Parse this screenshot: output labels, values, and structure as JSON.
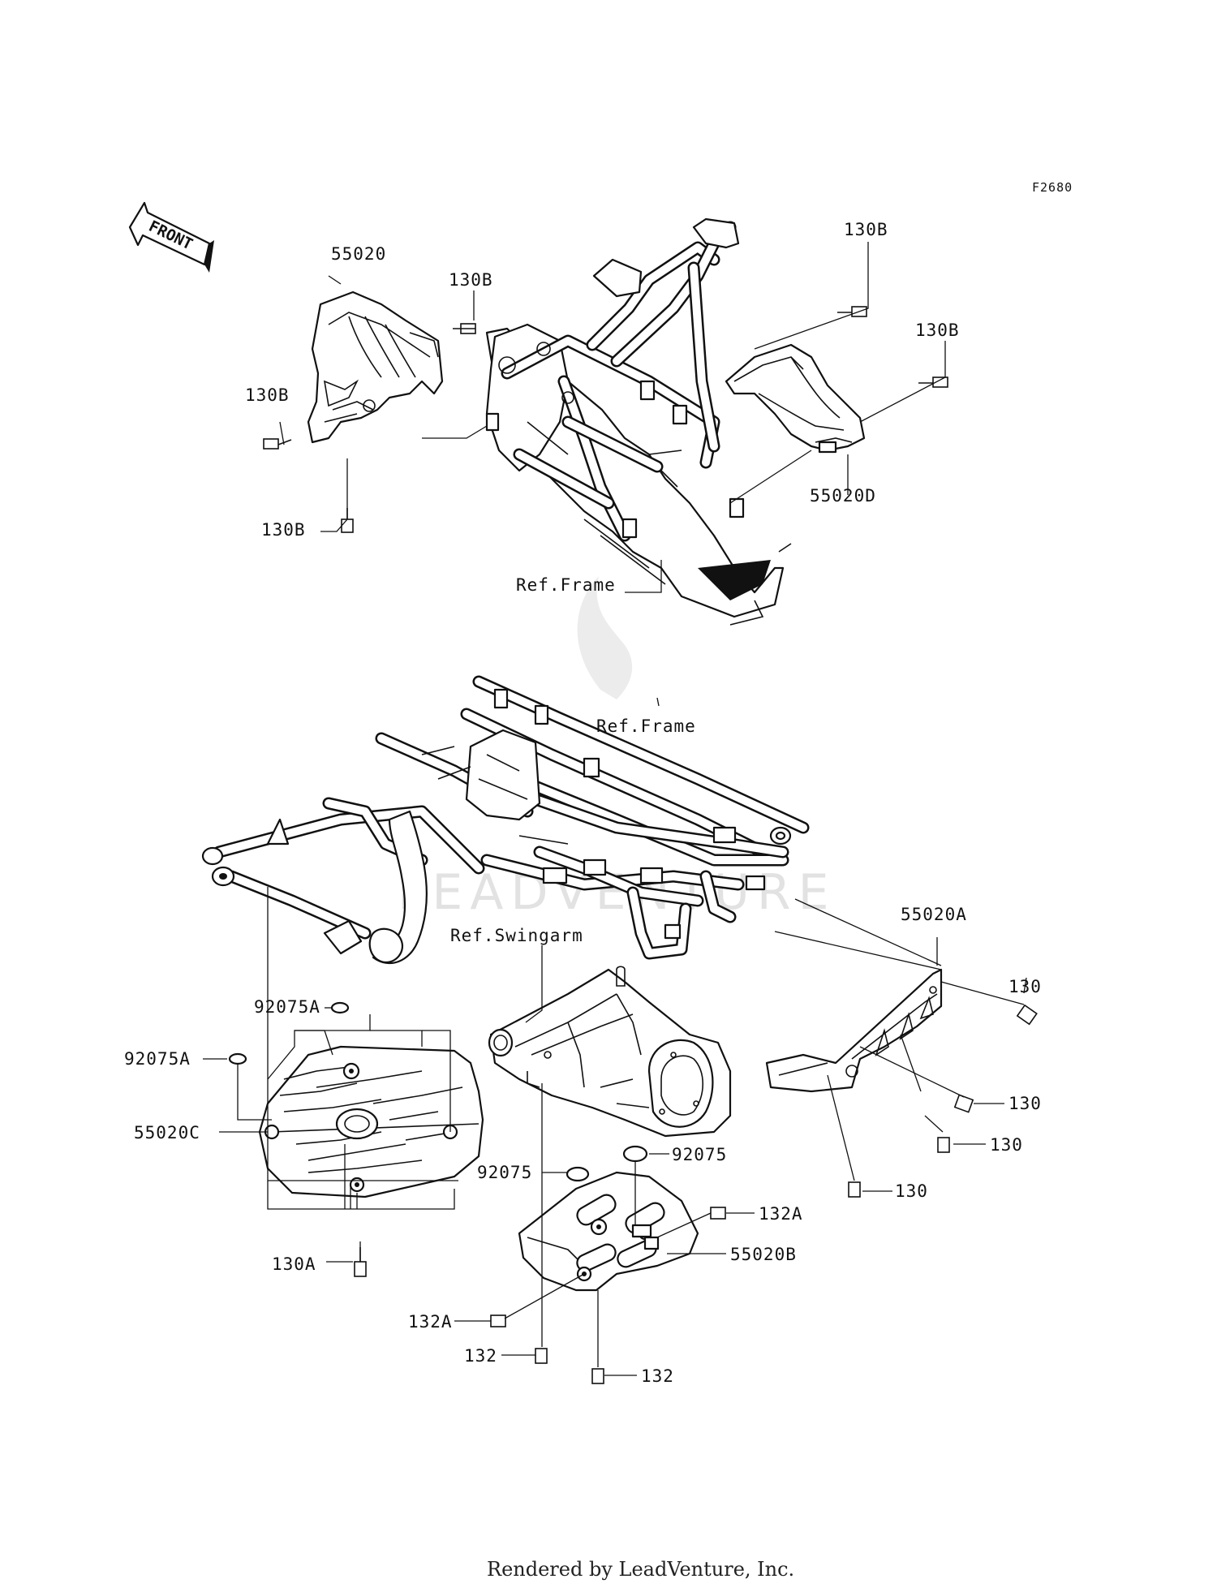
{
  "diagram": {
    "code": "F2680",
    "direction_marker": "FRONT",
    "footer": "Rendered by LeadVenture, Inc.",
    "watermark": "LEADVENTURE",
    "labels": {
      "p55020": "55020",
      "p130B_1": "130B",
      "p130B_2": "130B",
      "p130B_3": "130B",
      "p130B_4": "130B",
      "p130B_5": "130B",
      "p55020D": "55020D",
      "ref_frame_1": "Ref.Frame",
      "ref_frame_2": "Ref.Frame",
      "p55020A": "55020A",
      "p130_1": "130",
      "p130_2": "130",
      "p130_3": "130",
      "p130_4": "130",
      "ref_swingarm": "Ref.Swingarm",
      "p92075A_1": "92075A",
      "p92075A_2": "92075A",
      "p55020C": "55020C",
      "p130A": "130A",
      "p92075_1": "92075",
      "p92075_2": "92075",
      "p132A_1": "132A",
      "p132A_2": "132A",
      "p55020B": "55020B",
      "p132_1": "132",
      "p132_2": "132"
    }
  }
}
